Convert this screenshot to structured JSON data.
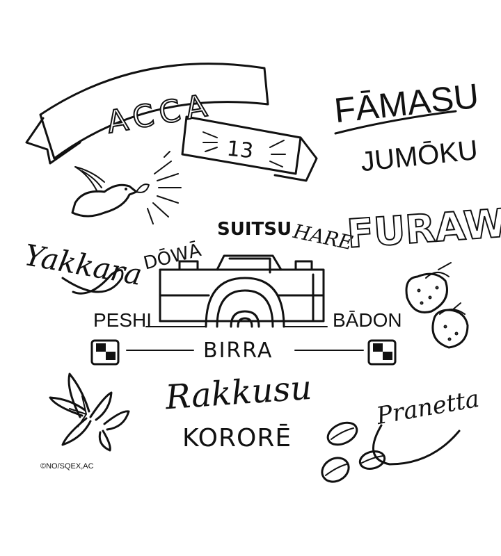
{
  "banner": {
    "title": "ACCA",
    "number": "13"
  },
  "words": {
    "famasu": "FĀMASU",
    "jumoku": "JUMŌKU",
    "furawau": "FURAWAU",
    "yakkara": "Yakkara",
    "dowa": "DŌWĀ",
    "suitsu": "SUITSU",
    "hare": "HARE",
    "peshi": "PESHI",
    "badon": "BĀDON",
    "birra": "BIRRA",
    "rakkusu": "Rakkusu",
    "korore": "KORORĒ",
    "pranetta": "Pranetta"
  },
  "copyright": "©NO/SQEX,AC",
  "colors": {
    "ink": "#111111",
    "background": "#ffffff"
  },
  "icons": [
    "dove-icon",
    "camera-icon",
    "strawberry-icon",
    "lily-icon",
    "coffee-bean-icon",
    "checker-cube-icon"
  ]
}
